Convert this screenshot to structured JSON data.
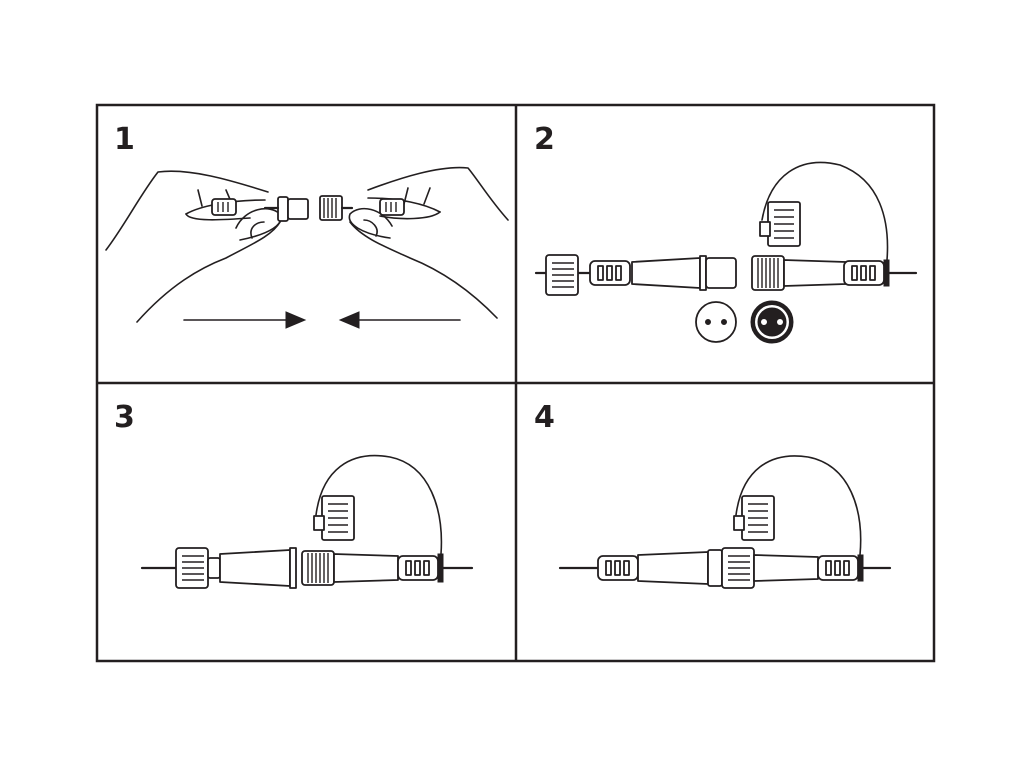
{
  "steps": [
    {
      "number": "1"
    },
    {
      "number": "2"
    },
    {
      "number": "3"
    },
    {
      "number": "4"
    }
  ],
  "colors": {
    "ink": "#231f20",
    "background": "#ffffff"
  },
  "icons": {
    "step1": [
      "hands-icon",
      "connector-male-icon",
      "connector-female-icon",
      "arrow-right-icon",
      "arrow-left-icon"
    ],
    "step2": [
      "nut-icon",
      "plug-icon",
      "socket-icon",
      "cap-icon",
      "pin-face-two-icon",
      "pin-face-plug-icon"
    ],
    "step3": [
      "joined-connector-icon",
      "cap-icon"
    ],
    "step4": [
      "sealed-connector-icon",
      "cap-icon"
    ]
  }
}
